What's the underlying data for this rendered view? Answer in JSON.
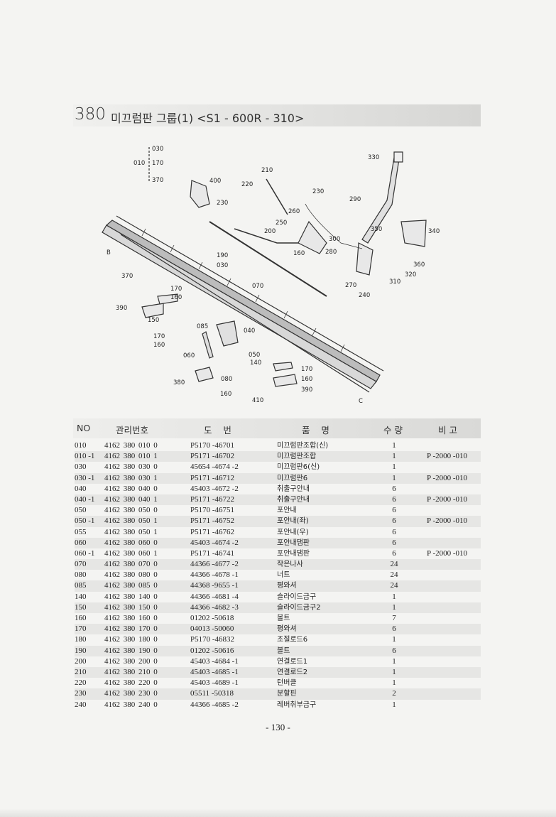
{
  "section": {
    "number": "380",
    "title": "미끄럼판 그룹(1) <S1 - 600R - 310>"
  },
  "diagram": {
    "labels": [
      "030",
      "010",
      "170",
      "370",
      "330",
      "210",
      "400",
      "220",
      "230",
      "290",
      "230",
      "260",
      "250",
      "200",
      "350",
      "340",
      "B",
      "190",
      "160",
      "300",
      "280",
      "360",
      "030",
      "320",
      "270",
      "310",
      "240",
      "370",
      "170",
      "160",
      "070",
      "390",
      "150",
      "085",
      "040",
      "170",
      "160",
      "060",
      "050",
      "140",
      "080",
      "170",
      "160",
      "380",
      "160",
      "410",
      "390",
      "C"
    ]
  },
  "table": {
    "headers": {
      "no": "NO",
      "mgmt": "관리번호",
      "drawing": "도    번",
      "name": "품    명",
      "qty": "수 량",
      "note": "비 고"
    },
    "rows": [
      {
        "no": "010",
        "mgmt": "4162 380 010 0",
        "drawing": "P5170 -46701",
        "name": "미끄럼판조합(신)",
        "qty": "1",
        "note": ""
      },
      {
        "no": "010 -1",
        "mgmt": "4162 380 010 1",
        "drawing": "P5171 -46702",
        "name": "미끄럼판조합",
        "qty": "1",
        "note": "P -2000 -010"
      },
      {
        "no": "030",
        "mgmt": "4162 380 030 0",
        "drawing": "45654 -4674 -2",
        "name": "미끄럼판6(신)",
        "qty": "1",
        "note": ""
      },
      {
        "no": "030 -1",
        "mgmt": "4162 380 030 1",
        "drawing": "P5171 -46712",
        "name": "미끄럼판6",
        "qty": "1",
        "note": "P -2000 -010"
      },
      {
        "no": "040",
        "mgmt": "4162 380 040 0",
        "drawing": "45403 -4672 -2",
        "name": "취출구안내",
        "qty": "6",
        "note": ""
      },
      {
        "no": "040 -1",
        "mgmt": "4162 380 040 1",
        "drawing": "P5171 -46722",
        "name": "취출구안내",
        "qty": "6",
        "note": "P -2000 -010"
      },
      {
        "no": "050",
        "mgmt": "4162 380 050 0",
        "drawing": "P5170 -46751",
        "name": "포안내",
        "qty": "6",
        "note": ""
      },
      {
        "no": "050 -1",
        "mgmt": "4162 380 050 1",
        "drawing": "P5171 -46752",
        "name": "포안내(좌)",
        "qty": "6",
        "note": "P -2000 -010"
      },
      {
        "no": "055",
        "mgmt": "4162 380 050 1",
        "drawing": "P5171 -46762",
        "name": "포안내(우)",
        "qty": "6",
        "note": ""
      },
      {
        "no": "060",
        "mgmt": "4162 380 060 0",
        "drawing": "45403 -4674 -2",
        "name": "포안내댐판",
        "qty": "6",
        "note": ""
      },
      {
        "no": "060 -1",
        "mgmt": "4162 380 060 1",
        "drawing": "P5171 -46741",
        "name": "포안내댐판",
        "qty": "6",
        "note": "P -2000 -010"
      },
      {
        "no": "070",
        "mgmt": "4162 380 070 0",
        "drawing": "44366 -4677 -2",
        "name": "작은나사",
        "qty": "24",
        "note": ""
      },
      {
        "no": "080",
        "mgmt": "4162 380 080 0",
        "drawing": "44366 -4678 -1",
        "name": "너트",
        "qty": "24",
        "note": ""
      },
      {
        "no": "085",
        "mgmt": "4162 380 085 0",
        "drawing": "44368 -9655 -1",
        "name": "평와셔",
        "qty": "24",
        "note": ""
      },
      {
        "no": "140",
        "mgmt": "4162 380 140 0",
        "drawing": "44366 -4681 -4",
        "name": "슬라이드금구",
        "qty": "1",
        "note": ""
      },
      {
        "no": "150",
        "mgmt": "4162 380 150 0",
        "drawing": "44366 -4682 -3",
        "name": "슬라이드금구2",
        "qty": "1",
        "note": ""
      },
      {
        "no": "160",
        "mgmt": "4162 380 160 0",
        "drawing": "01202 -50618",
        "name": "볼트",
        "qty": "7",
        "note": ""
      },
      {
        "no": "170",
        "mgmt": "4162 380 170 0",
        "drawing": "04013 -50060",
        "name": "평와셔",
        "qty": "6",
        "note": ""
      },
      {
        "no": "180",
        "mgmt": "4162 380 180 0",
        "drawing": "P5170 -46832",
        "name": "조절로드6",
        "qty": "1",
        "note": ""
      },
      {
        "no": "190",
        "mgmt": "4162 380 190 0",
        "drawing": "01202 -50616",
        "name": "볼트",
        "qty": "6",
        "note": ""
      },
      {
        "no": "200",
        "mgmt": "4162 380 200 0",
        "drawing": "45403 -4684 -1",
        "name": "연결로드1",
        "qty": "1",
        "note": ""
      },
      {
        "no": "210",
        "mgmt": "4162 380 210 0",
        "drawing": "45403 -4685 -1",
        "name": "연결로드2",
        "qty": "1",
        "note": ""
      },
      {
        "no": "220",
        "mgmt": "4162 380 220 0",
        "drawing": "45403 -4689 -1",
        "name": "턴버클",
        "qty": "1",
        "note": ""
      },
      {
        "no": "230",
        "mgmt": "4162 380 230 0",
        "drawing": "05511 -50318",
        "name": "분할핀",
        "qty": "2",
        "note": ""
      },
      {
        "no": "240",
        "mgmt": "4162 380 240 0",
        "drawing": "44366 -4685 -2",
        "name": "레버취부금구",
        "qty": "1",
        "note": ""
      }
    ]
  },
  "page_number": "- 130 -"
}
